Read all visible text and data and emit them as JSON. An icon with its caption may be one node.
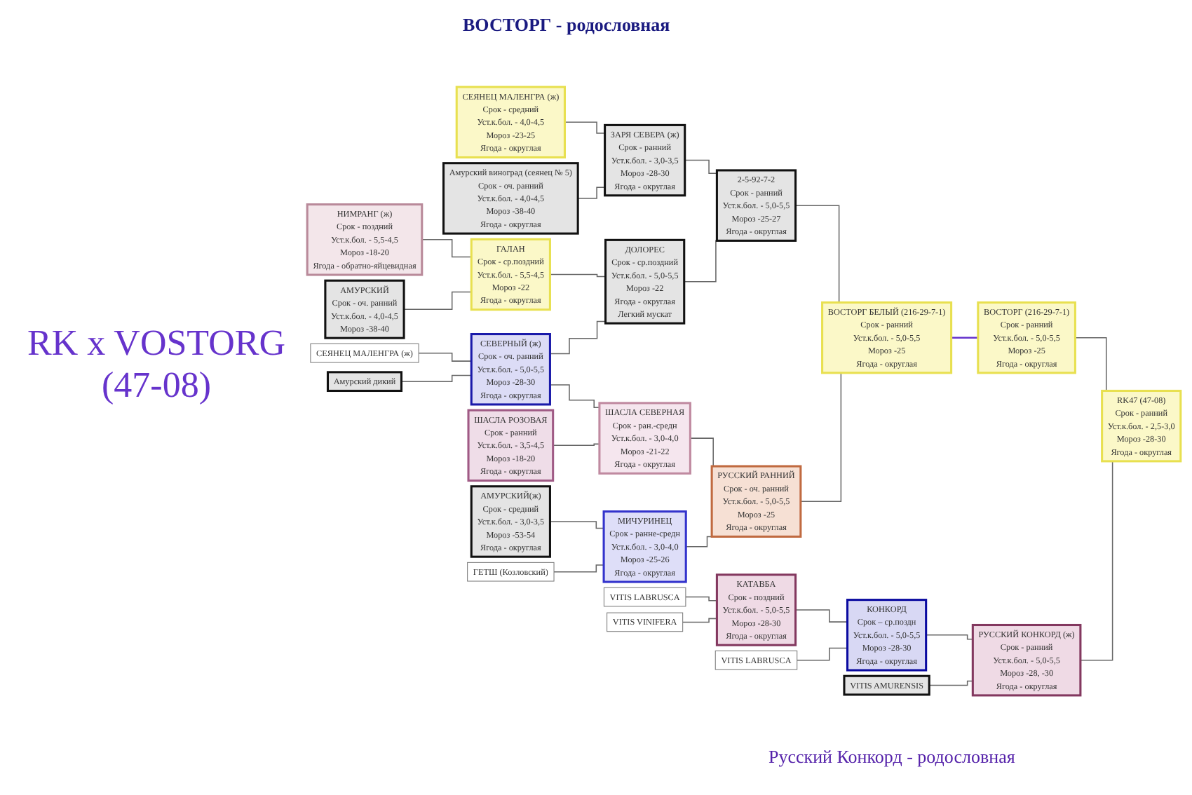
{
  "diagram": {
    "title": "RK x VOSTORG (47-08)",
    "nodes": [
      {
        "text": [
          "ВОСТОРГ БЕЛЫЙ (216-29-7-1)",
          "Срок - ранний",
          "Уст.к.бол. - 5,0-5,5",
          "Мороз -25",
          "Ягода - округлая"
        ]
      },
      {
        "text": [
          "2-5-92-7-2",
          "Срок - ранний",
          "Уст.к.бол. - 5,0-5,5",
          "Мороз -25-27",
          "Ягода - округлая"
        ]
      },
      {
        "text": [
          "ЗАРЯ СЕВЕРА (ж)",
          "Срок - ранний",
          "Уст.к.бол. - 3,0-3,5",
          "Мороз -28-30",
          "Ягода - округлая"
        ]
      },
      {
        "text": [
          "СЕЯНЕЦ МАЛЕНГРА (ж)",
          "Срок - средний",
          "Уст.к.бол. - 4,0-4,5",
          "Мороз -23-25",
          "Ягода - округлая"
        ]
      },
      {
        "text": [
          "Амурский виноград (сеянец № 5)",
          "Срок - оч. ранний",
          "Уст.к.бол. - 4,0-4,5",
          "Мороз -38-40",
          "Ягода - округлая"
        ]
      },
      {
        "text": [
          "ДОЛОРЕС",
          "Срок - ср.поздний",
          "Уст.к.бол. - 5,0-5,5",
          "Мороз -22",
          "Ягода - округлая",
          "Легкий мускат"
        ]
      },
      {
        "text": [
          "ГАЛАН",
          "Срок - ср.поздний",
          "Уст.к.бол. - 5,5-4,5",
          "Мороз -22",
          "Ягода - округлая"
        ]
      },
      {
        "text": [
          "НИМРАНГ (ж)",
          "Срок - поздний",
          "Уст.к.бол. - 5,5-4,5",
          "Мороз -18-20",
          "Ягода - обратно-яйцевидная"
        ]
      },
      {
        "text": [
          "АМУРСКИЙ",
          "Срок - оч. ранний",
          "Уст.к.бол. - 4,0-4,5",
          "Мороз -38-40"
        ]
      },
      {
        "text": [
          "СЕВЕРНЫЙ (ж)",
          "Срок - оч. ранний",
          "Уст.к.бол. - 5,0-5,5",
          "Мороз -28-30",
          "Ягода - округлая"
        ]
      },
      {
        "text": [
          "СЕЯНЕЦ МАЛЕНГРА (ж)"
        ]
      },
      {
        "text": [
          "Амурский дикий"
        ]
      },
      {
        "text": [
          "РУССКИЙ РАННИЙ",
          "Срок - оч. ранний",
          "Уст.к.бол. - 5,0-5,5",
          "Мороз -25",
          "Ягода - округлая"
        ]
      },
      {
        "text": [
          "ШАСЛА СЕВЕРНАЯ",
          "Срок - ран.-средн",
          "Уст.к.бол. - 3,0-4,0",
          "Мороз -21-22",
          "Ягода - округлая"
        ]
      },
      {
        "text": [
          "ШАСЛА РОЗОВАЯ",
          "Срок - ранний",
          "Уст.к.бол. - 3,5-4,5",
          "Мороз -18-20",
          "Ягода - округлая"
        ]
      },
      {
        "text": [
          "МИЧУРИНЕЦ",
          "Срок - ранне-средн",
          "Уст.к.бол. - 3,0-4,0",
          "Мороз -25-26",
          "Ягода - округлая"
        ]
      },
      {
        "text": [
          "АМУРСКИЙ(ж)",
          "Срок - средний",
          "Уст.к.бол. - 3,0-3,5",
          "Мороз -53-54",
          "Ягода - округлая"
        ]
      },
      {
        "text": [
          "ГЕТШ (Козловский)"
        ]
      },
      {
        "text": [
          "RK47 (47-08)",
          "Срок - ранний",
          "Уст.к.бол. - 2,5-3,0",
          "Мороз -28-30",
          "Ягода - округлая"
        ]
      },
      {
        "text": [
          "ВОСТОРГ (216-29-7-1)",
          "Срок - ранний",
          "Уст.к.бол. - 5,0-5,5",
          "Мороз -25",
          "Ягода - округлая"
        ]
      },
      {
        "text": [
          "РУССКИЙ КОНКОРД (ж)",
          "Срок - ранний",
          "Уст.к.бол. - 5,0-5,5",
          "Мороз -28, -30",
          "Ягода - округлая"
        ]
      },
      {
        "text": [
          "КОНКОРД",
          "Срок – ср.поздн",
          "Уст.к.бол. - 5,0-5,5",
          "Мороз -28-30",
          "Ягода - округлая"
        ]
      },
      {
        "text": [
          "VITIS AMURENSIS"
        ]
      },
      {
        "text": [
          "КАТАВБА",
          "Срок - поздний",
          "Уст.к.бол. - 5,0-5,5",
          "Мороз -28-30",
          "Ягода - округлая"
        ]
      },
      {
        "text": [
          "VITIS LABRUSCA"
        ]
      },
      {
        "text": [
          "VITIS LABRUSCA"
        ]
      },
      {
        "text": [
          "VITIS VINIFERA"
        ]
      }
    ],
    "edges": [
      {
        "from": 0,
        "to": 1,
        "arrow": "none"
      },
      {
        "from": 0,
        "to": 12,
        "arrow": "none"
      },
      {
        "from": 1,
        "to": 2,
        "arrow": "none"
      },
      {
        "from": 1,
        "to": 5,
        "arrow": "none"
      },
      {
        "from": 2,
        "to": 3,
        "arrow": "none"
      },
      {
        "from": 2,
        "to": 4,
        "arrow": "none"
      },
      {
        "from": 5,
        "to": 6,
        "arrow": "none"
      },
      {
        "from": 5,
        "to": 9,
        "arrow": "none"
      },
      {
        "from": 6,
        "to": 7,
        "arrow": "none"
      },
      {
        "from": 6,
        "to": 8,
        "arrow": "none"
      },
      {
        "from": 9,
        "to": 10,
        "arrow": "none"
      },
      {
        "from": 9,
        "to": 11,
        "arrow": "none"
      },
      {
        "from": 12,
        "to": 13,
        "arrow": "none"
      },
      {
        "from": 12,
        "to": 15,
        "arrow": "none"
      },
      {
        "from": 13,
        "to": 9,
        "arrow": "none"
      },
      {
        "from": 13,
        "to": 14,
        "arrow": "none"
      },
      {
        "from": 15,
        "to": 16,
        "arrow": "none"
      },
      {
        "from": 15,
        "to": 17,
        "arrow": "none"
      },
      {
        "from": 18,
        "to": 19,
        "arrow": "none"
      },
      {
        "from": 18,
        "to": 20,
        "arrow": "none"
      },
      {
        "from": 19,
        "to": 0,
        "arrow": "none",
        "color": "#6633cc"
      },
      {
        "from": 20,
        "to": 21,
        "arrow": "none"
      },
      {
        "from": 20,
        "to": 22,
        "arrow": "none"
      },
      {
        "from": 21,
        "to": 23,
        "arrow": "none"
      },
      {
        "from": 21,
        "to": 24,
        "arrow": "none"
      },
      {
        "from": 23,
        "to": 25,
        "arrow": "none"
      },
      {
        "from": 23,
        "to": 26,
        "arrow": "none"
      }
    ],
    "labels": [
      "ВОСТОРГ - родословная",
      "Русский Конкорд - родословная"
    ]
  }
}
